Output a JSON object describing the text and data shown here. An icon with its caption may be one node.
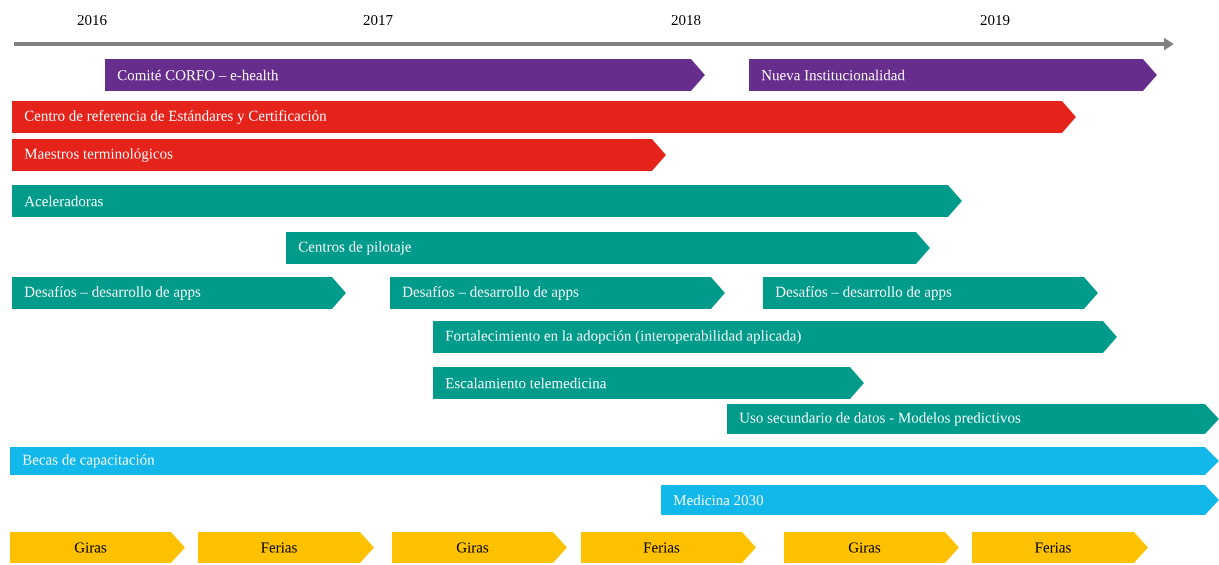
{
  "diagram": {
    "nodes": [
      {
        "text": [
          "Comité CORFO – e-health"
        ]
      },
      {
        "text": [
          "Nueva Institucionalidad"
        ]
      },
      {
        "text": [
          "Centro de referencia de Estándares y Certificación"
        ]
      },
      {
        "text": [
          "Maestros terminológicos"
        ]
      },
      {
        "text": [
          "Aceleradoras"
        ]
      },
      {
        "text": [
          "Centros de pilotaje"
        ]
      },
      {
        "text": [
          "Desafíos – desarrollo de apps"
        ]
      },
      {
        "text": [
          "Desafíos – desarrollo de apps"
        ]
      },
      {
        "text": [
          "Desafíos – desarrollo de apps"
        ]
      },
      {
        "text": [
          "Fortalecimiento en la adopción (interoperabilidad aplicada)"
        ]
      },
      {
        "text": [
          "Escalamiento telemedicina"
        ]
      },
      {
        "text": [
          "Uso secundario de datos - Modelos predictivos"
        ]
      },
      {
        "text": [
          "Becas de capacitación"
        ]
      },
      {
        "text": [
          "Medicina 2030"
        ]
      },
      {
        "text": [
          "Giras"
        ]
      },
      {
        "text": [
          "Ferias"
        ]
      },
      {
        "text": [
          "Giras"
        ]
      },
      {
        "text": [
          "Ferias"
        ]
      },
      {
        "text": [
          "Giras"
        ]
      },
      {
        "text": [
          "Ferias"
        ]
      }
    ],
    "labels": [
      "2016",
      "2017",
      "2018",
      "2019"
    ]
  }
}
